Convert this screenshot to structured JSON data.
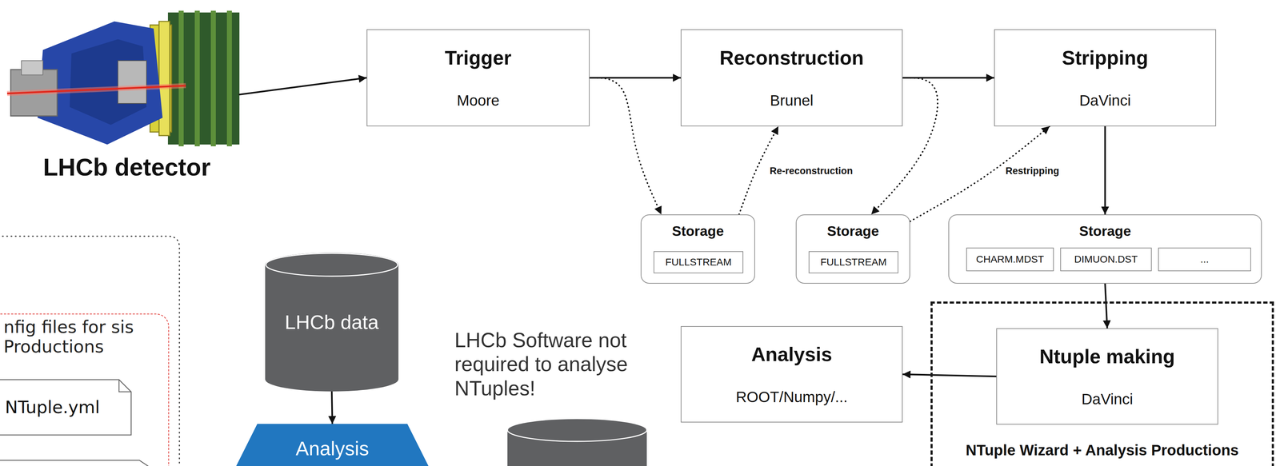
{
  "diagram": {
    "nodes": [
      {
        "text": [
          "LHCb detector"
        ]
      },
      {
        "text": [
          "Trigger",
          "Moore"
        ]
      },
      {
        "text": [
          "Reconstruction",
          "Brunel"
        ]
      },
      {
        "text": [
          "Stripping",
          "DaVinci"
        ]
      },
      {
        "text": [
          "Storage"
        ]
      },
      {
        "text": [
          "FULLSTREAM"
        ],
        "in": 4
      },
      {
        "text": [
          "Storage"
        ]
      },
      {
        "text": [
          "FULLSTREAM"
        ],
        "in": 6
      },
      {
        "text": [
          "Storage"
        ]
      },
      {
        "text": [
          "CHARM.MDST"
        ],
        "in": 8
      },
      {
        "text": [
          "DIMUON.DST"
        ],
        "in": 8
      },
      {
        "text": [
          "..."
        ],
        "in": 8
      },
      {
        "text": [
          "NTuple Wizard + Analysis Productions"
        ]
      },
      {
        "text": [
          "Ntuple making",
          "DaVinci"
        ],
        "in": 12
      },
      {
        "text": [
          "Analysis",
          "ROOT/Numpy/..."
        ]
      },
      {
        "text": [
          "nfig files for sis Productions"
        ]
      },
      {
        "text": [
          "NTuple.yml"
        ],
        "in": 15
      },
      {
        "text": [
          "LHCb data"
        ]
      },
      {
        "text": [
          "Analysis"
        ]
      }
    ],
    "edges": [
      {
        "from": 0,
        "to": 1,
        "arrow": "to"
      },
      {
        "from": 1,
        "to": 2,
        "arrow": "to"
      },
      {
        "from": 2,
        "to": 3,
        "arrow": "to"
      },
      {
        "from": 1,
        "to": 4,
        "arrow": "to"
      },
      {
        "from": 4,
        "to": 2,
        "label": "Re-reconstruction",
        "arrow": "to"
      },
      {
        "from": 2,
        "to": 6,
        "arrow": "to"
      },
      {
        "from": 6,
        "to": 3,
        "label": "Restripping",
        "arrow": "to"
      },
      {
        "from": 3,
        "to": 8,
        "arrow": "to"
      },
      {
        "from": 8,
        "to": 13,
        "arrow": "to"
      },
      {
        "from": 13,
        "to": 14,
        "arrow": "to"
      },
      {
        "from": 17,
        "to": 18,
        "arrow": "to"
      }
    ],
    "labels": [
      "LHCb Software not required to analyse NTuples!"
    ]
  }
}
